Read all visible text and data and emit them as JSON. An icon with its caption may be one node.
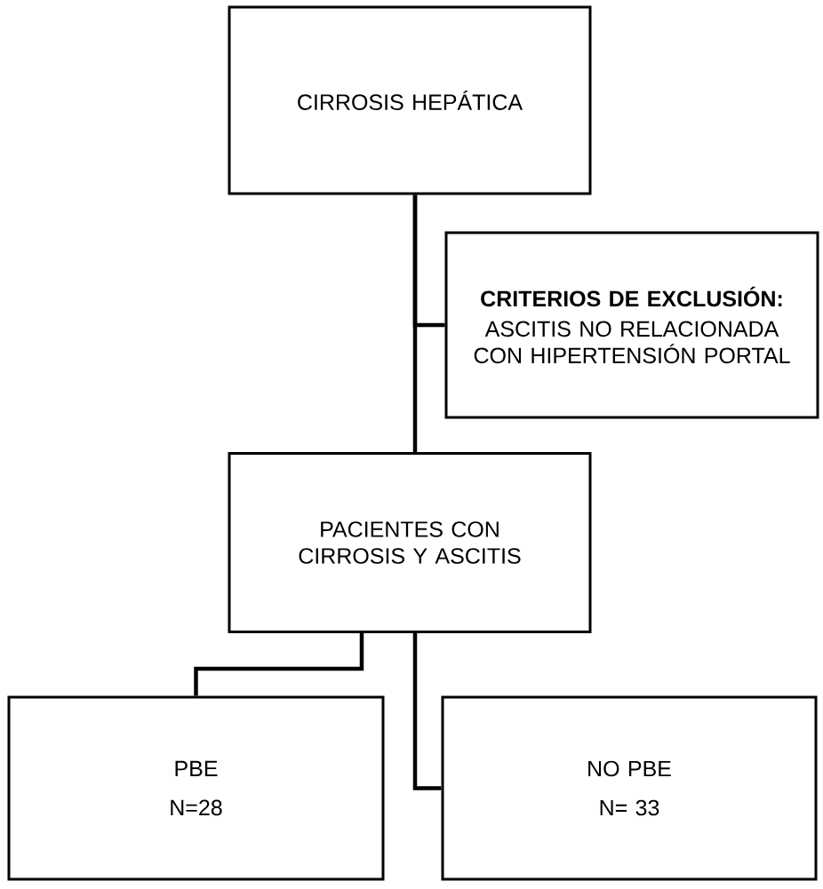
{
  "diagram": {
    "nodes": [
      {
        "text": [
          "CIRROSIS HEPÁTICA"
        ]
      },
      {
        "text": [
          "CRITERIOS DE EXCLUSIÓN:",
          "ASCITIS NO RELACIONADA CON HIPERTENSIÓN PORTAL"
        ]
      },
      {
        "text": [
          "PACIENTES CON CIRROSIS Y ASCITIS"
        ]
      },
      {
        "text": [
          "PBE",
          "N=28"
        ]
      },
      {
        "text": [
          "NO PBE",
          "N= 33"
        ]
      }
    ],
    "edges": [
      {
        "from": 0,
        "to": 2,
        "arrow": "none"
      },
      {
        "from": 0,
        "to": 1,
        "arrow": "none"
      },
      {
        "from": 2,
        "to": 3,
        "arrow": "none"
      },
      {
        "from": 2,
        "to": 4,
        "arrow": "none"
      }
    ]
  }
}
